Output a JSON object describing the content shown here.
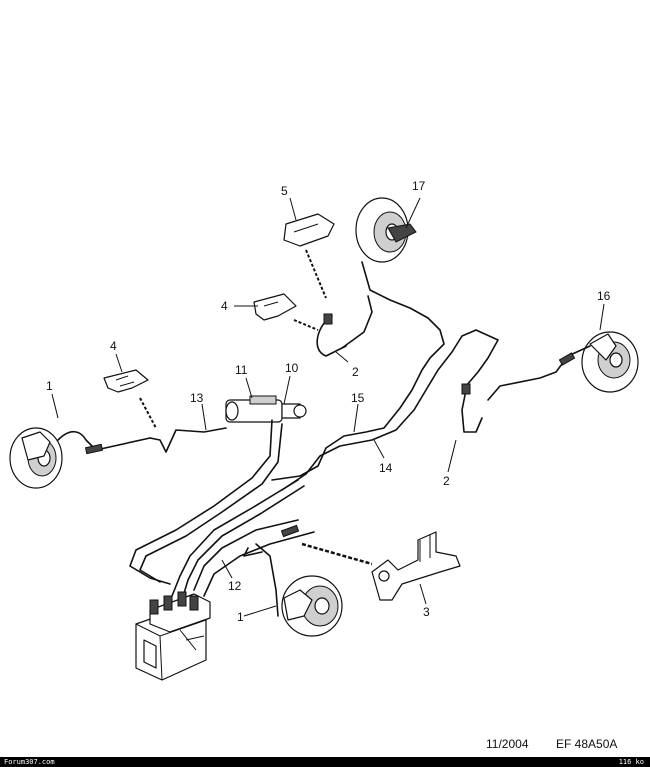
{
  "diagram": {
    "callouts": {
      "c1a": "1",
      "c1b": "1",
      "c2a": "2",
      "c2b": "2",
      "c3": "3",
      "c4a": "4",
      "c4b": "4",
      "c5": "5",
      "c10": "10",
      "c11": "11",
      "c12": "12",
      "c13": "13",
      "c14": "14",
      "c15": "15",
      "c16": "16",
      "c17": "17"
    },
    "date": "11/2004",
    "reference": "EF 48A50A"
  },
  "footer": {
    "site": "Forum307.com",
    "size": "116 ko"
  }
}
